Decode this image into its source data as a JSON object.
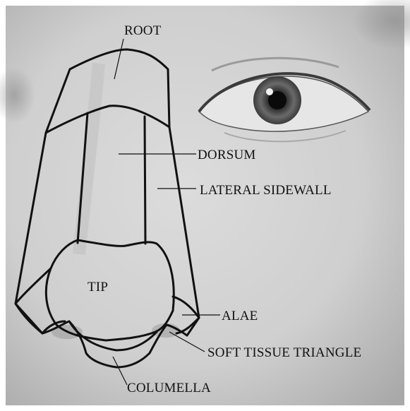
{
  "labels": {
    "root": "ROOT",
    "dorsum": "DORSUM",
    "lateral_sidewall": "LATERAL SIDEWALL",
    "tip": "TIP",
    "alae": "ALAE",
    "soft_tissue_triangle": "SOFT TISSUE TRIANGLE",
    "columella": "COLUMELLA"
  },
  "colors": {
    "outline": "#111111",
    "background": "#ffffff",
    "photo_tone": "#c9c9c9"
  }
}
